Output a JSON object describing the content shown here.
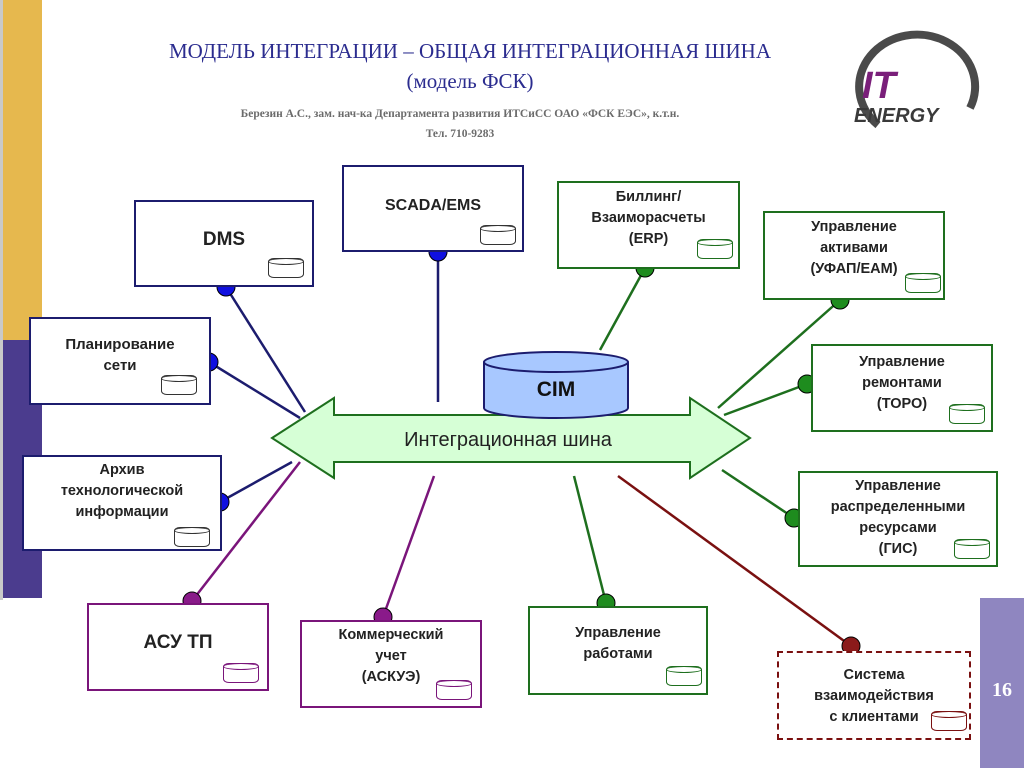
{
  "header": {
    "title_line1": "МОДЕЛЬ ИНТЕГРАЦИИ – ОБЩАЯ ИНТЕГРАЦИОННАЯ ШИНА",
    "title_line2": "(модель ФСК)",
    "author_line1": "Березин А.С., зам. нач-ка Департамента развития ИТСиСС ОАО «ФСК ЕЭС», к.т.н.",
    "author_line2": "Тел. 710-9283"
  },
  "logo": {
    "text_top": "IT",
    "text_bottom": "ENERGY"
  },
  "bus": {
    "label": "Интеграционная шина",
    "cim_label": "CIM"
  },
  "systems": {
    "dms": "DMS",
    "scada": "SCADA/EMS",
    "billing": "Биллинг/\nВзаиморасчеты\n(ERP)",
    "assets": "Управление\nактивами\n(УФАП/ЕАМ)",
    "planning": "Планирование\nсети",
    "repairs": "Управление\nремонтами\n(ТОРО)",
    "archive": "Архив\nтехнологической\nинформации",
    "gis": "Управление\nраспределенными\nресурсами\n(ГИС)",
    "asu": "АСУ ТП",
    "askue": "Коммерческий\nучет\n(АСКУЭ)",
    "works": "Управление\nработами",
    "crm": "Система\nвзаимодействия\nс клиентами"
  },
  "page_number": "16",
  "colors": {
    "navy": "#1c1c6e",
    "green": "#1e6f1e",
    "purple": "#7a157a",
    "dark_red": "#7a1010",
    "bus_fill": "#d6ffd6",
    "cim_fill": "#a8c8ff",
    "side_gold": "#e6b84e",
    "side_purple": "#4b3c8e",
    "page_box": "#8f86c0"
  }
}
